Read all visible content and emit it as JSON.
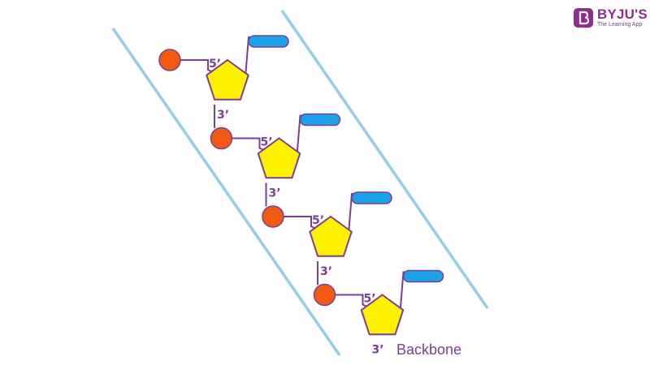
{
  "brand": {
    "name": "BYJU'S",
    "tagline": "The Learning App",
    "color": "#8c2f8e"
  },
  "diagram": {
    "caption": "Backbone",
    "units": [
      {
        "top_label": "5’",
        "bottom_label": "3’"
      },
      {
        "top_label": "5’",
        "bottom_label": "3’"
      },
      {
        "top_label": "5’",
        "bottom_label": "3’"
      },
      {
        "top_label": "5’",
        "bottom_label": "3’"
      }
    ],
    "colors": {
      "guide_lines": "#93cde8",
      "phosphate": "#f25a12",
      "sugar_fill": "#fff200",
      "sugar_stroke": "#7b3f93",
      "base": "#1aa3e8",
      "connector": "#7b3f93",
      "text": "#7b3f93"
    },
    "icons": {
      "phosphate": "circle",
      "sugar": "pentagon",
      "base": "rounded-bar"
    }
  }
}
